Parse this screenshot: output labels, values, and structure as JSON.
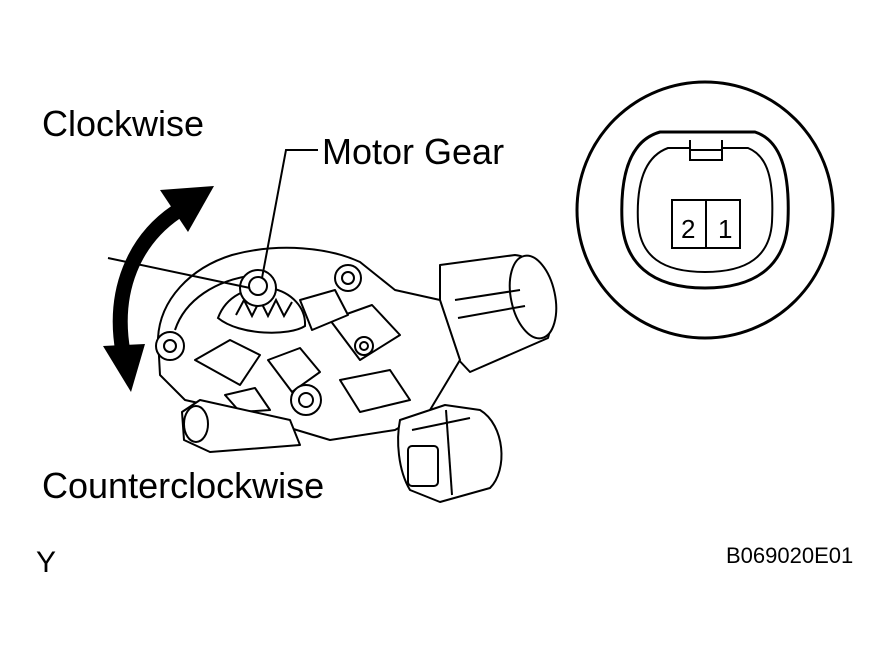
{
  "labels": {
    "clockwise": "Clockwise",
    "motor_gear": "Motor Gear",
    "counterclockwise": "Counterclockwise",
    "view_letter": "Y",
    "figure_code": "B069020E01"
  },
  "connector": {
    "pins": [
      "2",
      "1"
    ]
  },
  "colors": {
    "ink": "#000000",
    "paper": "#ffffff"
  }
}
